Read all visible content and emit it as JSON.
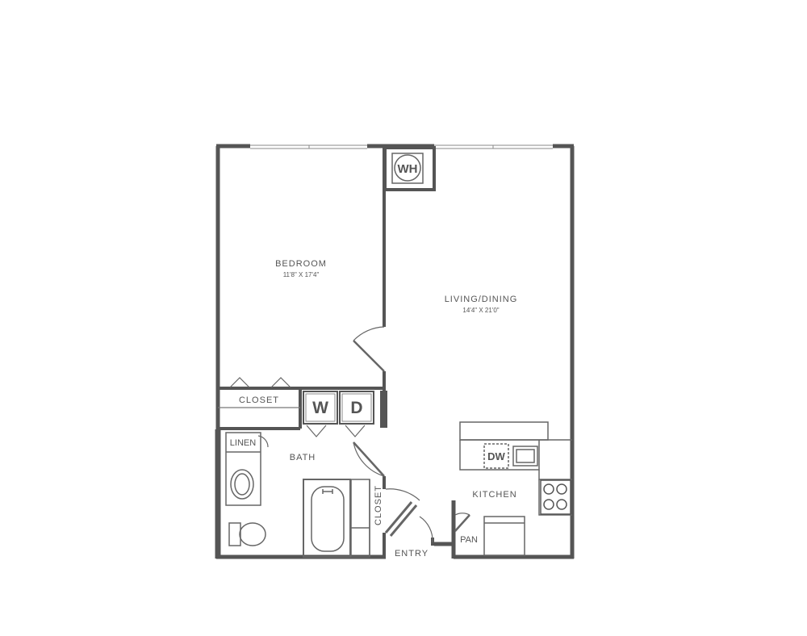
{
  "rooms": {
    "bedroom": {
      "name": "BEDROOM",
      "dims": "11'8\" X 17'4\""
    },
    "living": {
      "name": "LIVING/DINING",
      "dims": "14'4\" X 21'0\""
    },
    "closet_bedroom": "CLOSET",
    "bath": "BATH",
    "linen": "LINEN",
    "kitchen": "KITCHEN",
    "pantry": "PAN",
    "closet_entry": "CLOSET",
    "entry": "ENTRY"
  },
  "appliances": {
    "water_heater": "WH",
    "washer": "W",
    "dryer": "D",
    "dishwasher": "DW"
  },
  "colors": {
    "wall": "#555555",
    "line": "#777777"
  }
}
